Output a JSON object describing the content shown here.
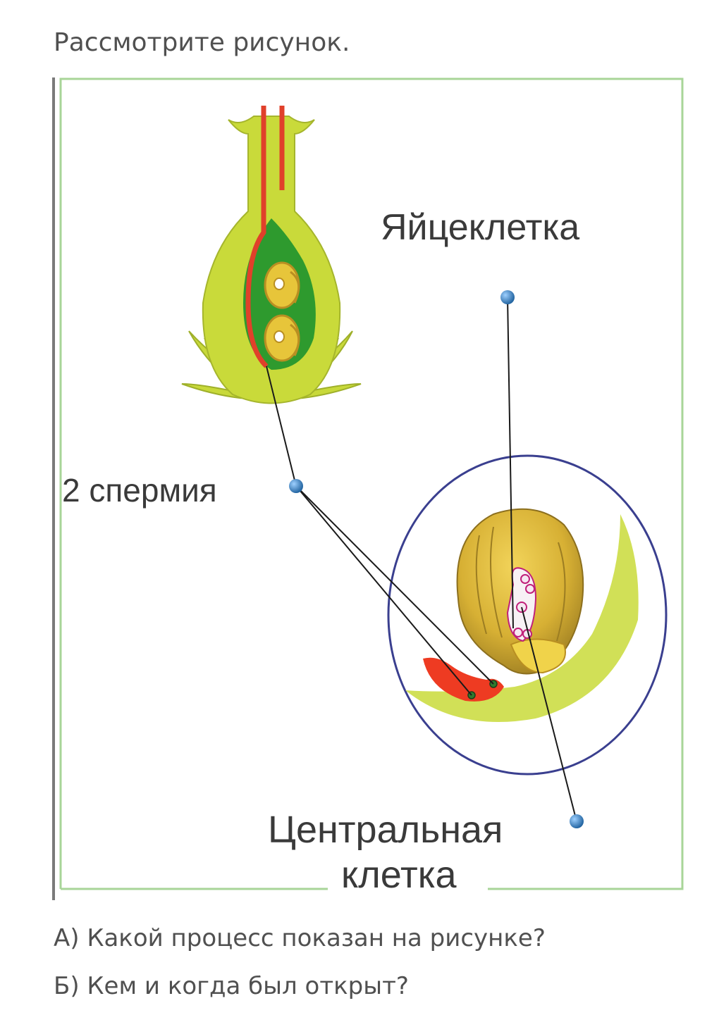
{
  "intro": "Рассмотрите рисунок.",
  "figure": {
    "labels": {
      "egg": "Яйцеклетка",
      "sperm": "2 спермия",
      "central_line1": "Центральная",
      "central_line2": "клетка"
    },
    "colors": {
      "frame": "#9fd08a",
      "pistil_light": "#c8d93a",
      "pistil_green": "#2e9a2e",
      "pollen_tube": "#e0402a",
      "ovule_yellow": "#e7c53a",
      "ovule_brown": "#c8a032",
      "circle": "#3a3f8f",
      "pin": "#2a7bc0"
    }
  },
  "questions": {
    "a": "А) Какой процесс показан на рисунке?",
    "b": "Б) Кем и когда был открыт?"
  }
}
